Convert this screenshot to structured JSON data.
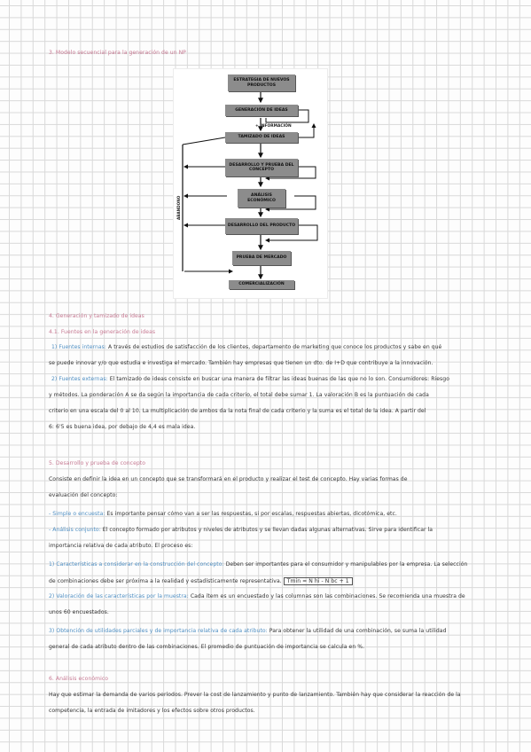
{
  "sections": {
    "s3_title": "3. Modelo secuencial para la generación de un NP",
    "s4_title": "4. Generación y tamizado de ideas",
    "s41_title": "4.1. Fuentes en la generación de ideas",
    "s5_title": "5. Desarrollo y prueba de concepto",
    "s6_title": "6. Análisis económico"
  },
  "flowchart": {
    "nodes": [
      "ESTRATEGIA DE NUEVOS PRODUCTOS",
      "GENERACIÓN DE IDEAS",
      "TAMIZADO DE IDEAS",
      "DESARROLLO Y PRUEBA DEL CONCEPTO",
      "ANÁLISIS ECONÓMICO",
      "DESARROLLO DEL PRODUCTO",
      "PRUEBA DE MERCADO",
      "COMERCIALIZACIÓN"
    ],
    "info_label": "+ INFORMACIÓN",
    "abandon_label": "ABANDONO"
  },
  "s41": {
    "p1_label": "1) Fuentes internas:",
    "p1_line1": "A través de estudios de satisfacción de los clientes, departamento de marketing que conoce los productos y sabe en qué",
    "p1_line2": "se puede innovar y/o que estudia e investiga el mercado. También hay empresas que tienen un dto. de I+D que contribuye a la innovación.",
    "p2_label": "2) Fuentes externas:",
    "p2_line1": "El tamizado de ideas consiste en buscar una manera de filtrar las ideas buenas de las que no lo son. Consumidores: Riesgo",
    "p2_line2": "y métodos. La ponderación A se da según la importancia de cada criterio, el total debe sumar 1. La valoración B es la puntuación de cada",
    "p2_line3": "criterio en una escala del 0 al 10. La multiplicación de ambos da la nota final de cada criterio y la suma es el total de la idea. A partir del",
    "p2_line4": "6: 6'5 es buena idea, por debajo de 4,4 es mala idea."
  },
  "s5": {
    "intro_line1": "Consiste en definir la idea en un concepto que se transformará en el producto y realizar el test de concepto. Hay varias formas de",
    "intro_line2": "evaluación del concepto:",
    "b1_label": "- Simple o encuesta:",
    "b1_text": "Es importante pensar cómo van a ser las respuestas, si por escalas, respuestas abiertas, dicotómica, etc.",
    "b2_label": "- Análisis conjunto:",
    "b2_line1": "El concepto formado por atributos y niveles de atributos y se llevan dadas algunas alternativas. Sirve para identificar la",
    "b2_line2": "importancia relativa de cada atributo. El proceso es:",
    "i1_label": "1) Características a considerar en la construcción del concepto:",
    "i1_line1": "Deben ser importantes para el consumidor y manipulables por la empresa. La selección",
    "i1_line2": "de combinaciones debe ser próxima a la realidad y estadísticamente representativa.",
    "formula": "Tmin = N hi - N bc + 1",
    "i2_label": "2) Valoración de las características por la muestra:",
    "i2_line1": "Cada ítem es un encuestado y las columnas son las combinaciones. Se recomienda una muestra de",
    "i2_line2": "unos 60 encuestados.",
    "i3_label": "3) Obtención de utilidades parciales y de importancia relativa de cada atributo:",
    "i3_line1": "Para obtener la utilidad de una combinación, se suma la utilidad",
    "i3_line2": "general de cada atributo dentro de las combinaciones. El promedio de puntuación de importancia se calcula en %."
  },
  "s6": {
    "line1": "Hay que estimar la demanda de varios períodos. Prever la cost de lanzamiento y punto de lanzamiento. También hay que considerar la reacción de la",
    "line2": "competencia, la entrada de imitadores y los efectos sobre otros productos."
  },
  "colors": {
    "heading": "#c77a93",
    "label": "#4f8fc3",
    "ink": "#333333",
    "grid": "#d9d9d9",
    "node": "#8c8c8c"
  }
}
